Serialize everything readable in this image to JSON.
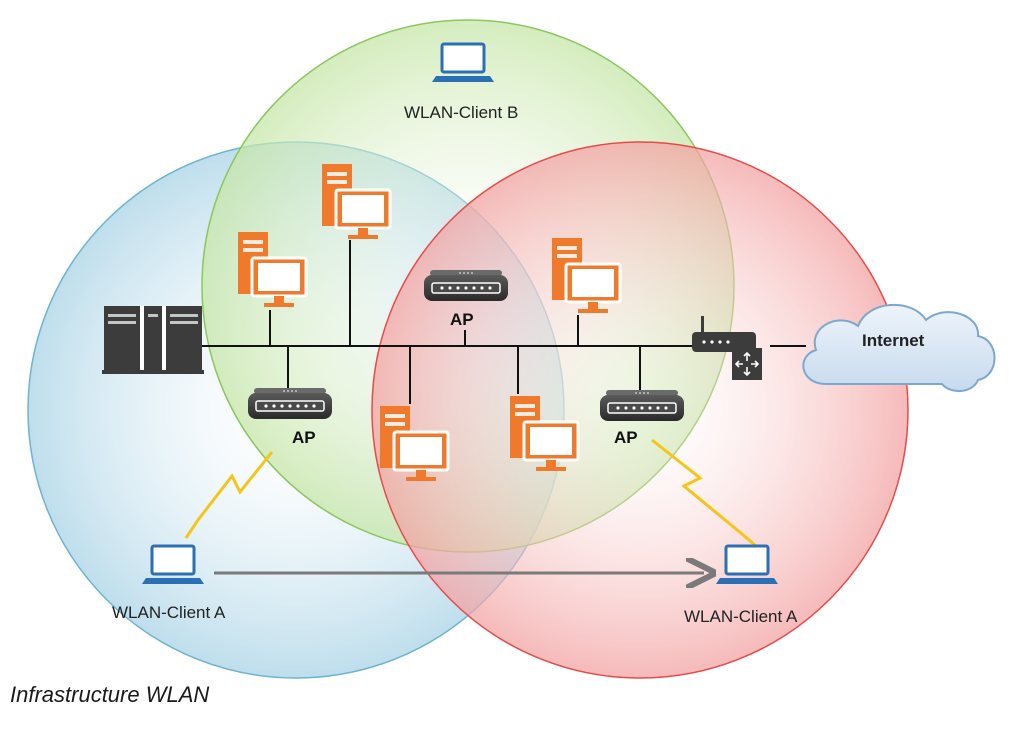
{
  "labels": {
    "client_b": "WLAN-Client B",
    "client_a_left": "WLAN-Client A",
    "client_a_right": "WLAN-Client A",
    "ap": "AP",
    "internet": "Internet"
  },
  "caption": "Infrastructure WLAN",
  "colors": {
    "cell_blue": "#c9e3ee",
    "cell_green": "#dcefc9",
    "cell_red": "#f6c4c4",
    "pc_orange": "#f07a2b",
    "lightning": "#f5c518",
    "device_dark": "#3c3c3c",
    "cloud": "#dbe8f4"
  },
  "icons": [
    "laptop-icon",
    "pc-icon",
    "server-icon",
    "access-point-icon",
    "router-icon",
    "cloud-icon",
    "lightning-icon",
    "arrow-icon"
  ]
}
